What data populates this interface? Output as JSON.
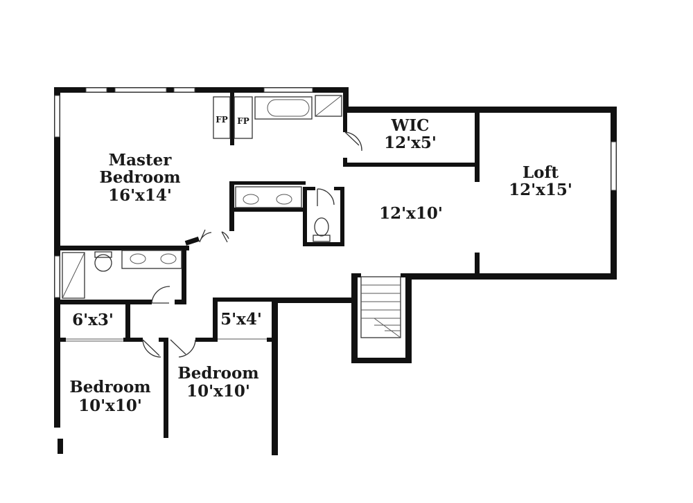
{
  "rooms": {
    "master": {
      "name_line1": "Master",
      "name_line2": "Bedroom",
      "size": "16'x14'"
    },
    "wic": {
      "name": "WIC",
      "size": "12'x5'"
    },
    "loft": {
      "name": "Loft",
      "size": "12'x15'"
    },
    "open_area": {
      "size": "12'x10'"
    },
    "closet_a": {
      "size": "6'x3'"
    },
    "closet_b": {
      "size": "5'x4'"
    },
    "bedroom_left": {
      "name": "Bedroom",
      "size": "10'x10'"
    },
    "bedroom_center": {
      "name": "Bedroom",
      "size": "10'x10'"
    }
  },
  "fixtures": {
    "fireplace_label": "FP"
  },
  "colors": {
    "wall": "#111111",
    "background": "#ffffff"
  }
}
